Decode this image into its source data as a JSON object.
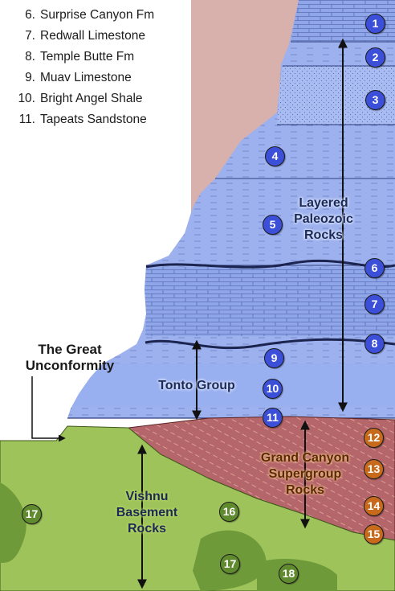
{
  "colors": {
    "sky": "#d9b1ac",
    "paleozoic": "#8fa6e8",
    "paleozoic_light": "#a9bcf2",
    "supergroup": "#b5666a",
    "basement": "#9dc35a",
    "basement_dark": "#6f9a3a",
    "badge_blue": "#3c4fd8",
    "badge_orange": "#c86a1c",
    "badge_green": "#5f8a2e"
  },
  "legend": [
    {
      "num": "6.",
      "name": "Surprise Canyon Fm"
    },
    {
      "num": "7.",
      "name": "Redwall Limestone"
    },
    {
      "num": "8.",
      "name": "Temple Butte Fm"
    },
    {
      "num": "9.",
      "name": "Muav Limestone"
    },
    {
      "num": "10.",
      "name": "Bright Angel Shale"
    },
    {
      "num": "11.",
      "name": "Tapeats Sandstone"
    }
  ],
  "labels": {
    "unconformity_line1": "The Great",
    "unconformity_line2": "Unconformity",
    "layered_line1": "Layered",
    "layered_line2": "Paleozoic",
    "layered_line3": "Rocks",
    "tonto": "Tonto Group",
    "vishnu_line1": "Vishnu",
    "vishnu_line2": "Basement",
    "vishnu_line3": "Rocks",
    "super_line1": "Grand Canyon",
    "super_line2": "Supergroup",
    "super_line3": "Rocks"
  },
  "badges": {
    "b1": "1",
    "b2": "2",
    "b3": "3",
    "b4": "4",
    "b5": "5",
    "b6": "6",
    "b7": "7",
    "b8": "8",
    "b9": "9",
    "b10": "10",
    "b11": "11",
    "b12": "12",
    "b13": "13",
    "b14": "14",
    "b15": "15",
    "b16": "16",
    "b17a": "17",
    "b17b": "17",
    "b18": "18"
  }
}
